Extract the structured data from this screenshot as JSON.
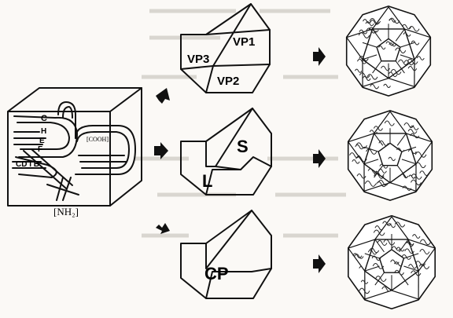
{
  "fold_labels": {
    "c": "C",
    "h": "H",
    "e": "E",
    "f": "F",
    "cd_ib": "CD I B",
    "cooh": "[COOH]",
    "nh2": "[NH₂]"
  },
  "panels": {
    "picornavirus": {
      "vp1": "VP1",
      "vp2": "VP2",
      "vp3": "VP3"
    },
    "comovirus": {
      "s": "S",
      "l": "L"
    },
    "tombusvirus": {
      "cp": "CP"
    }
  }
}
